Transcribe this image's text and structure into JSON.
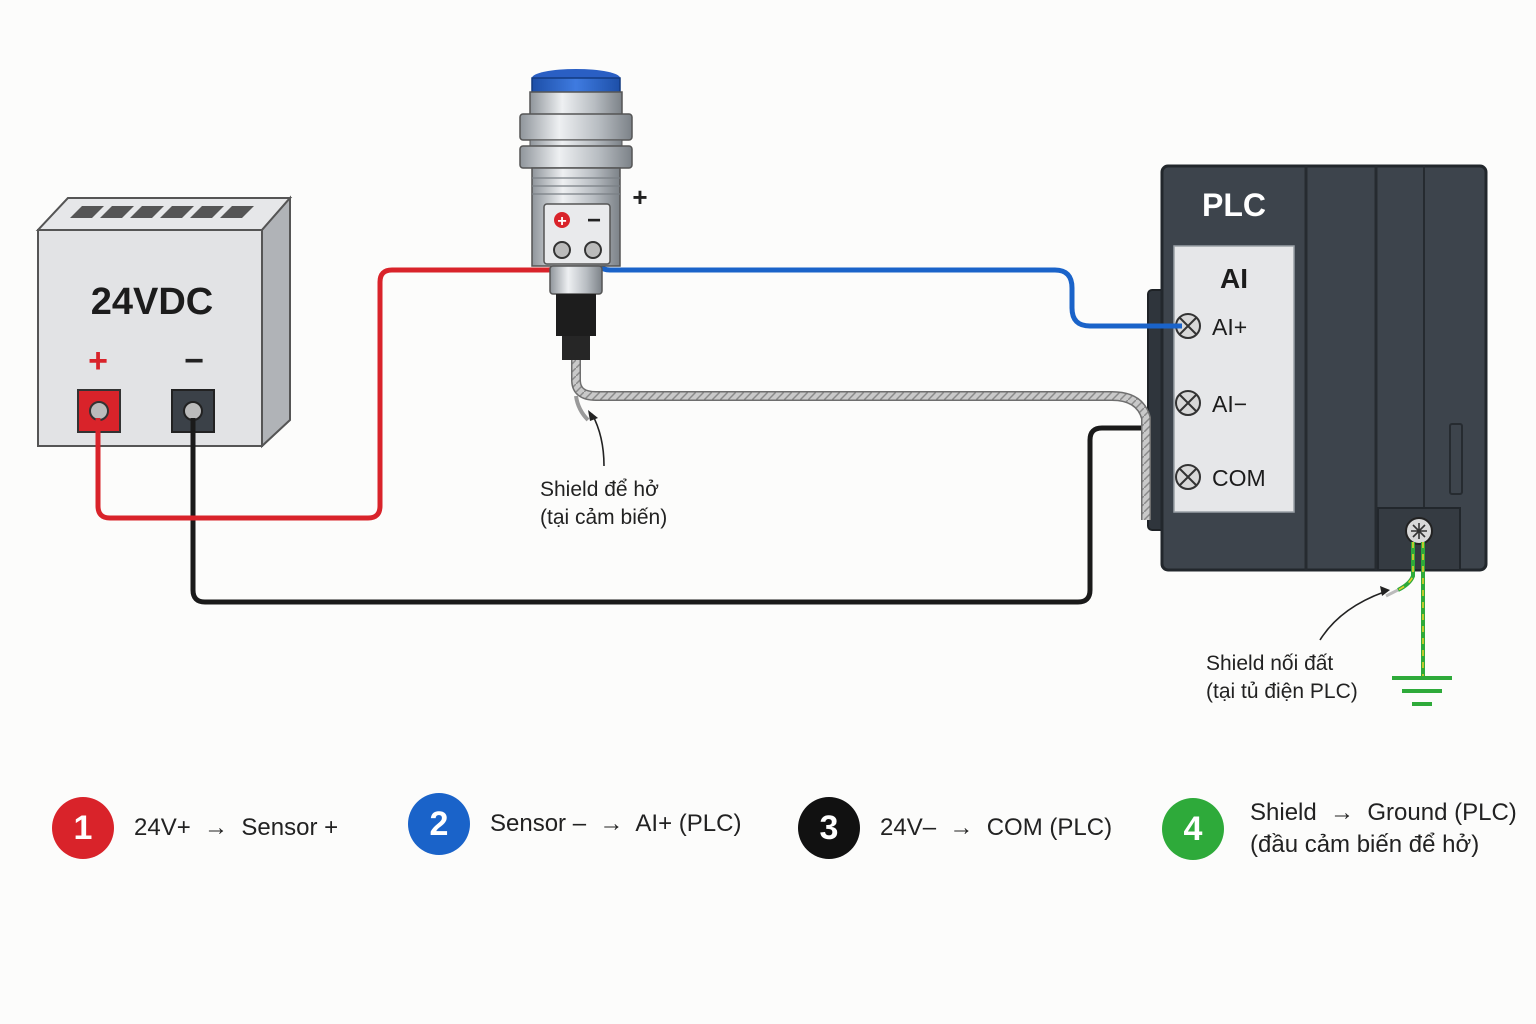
{
  "power_supply": {
    "label": "24VDC",
    "plus": "+",
    "minus": "−"
  },
  "sensor": {
    "plus_symbol": "+",
    "minus_symbol": "−",
    "side_plus": "+"
  },
  "plc": {
    "title": "PLC",
    "module_title": "AI",
    "terminals": [
      "AI+",
      "AI−",
      "COM"
    ]
  },
  "annotations": {
    "shield_open_line1": "Shield để hở",
    "shield_open_line2": "(tại cảm biến)",
    "shield_ground_line1": "Shield nối đất",
    "shield_ground_line2": "(tại tủ điện PLC)"
  },
  "colors": {
    "red_wire": "#d9232a",
    "blue_wire": "#1a63c9",
    "black_wire": "#1a1a1a",
    "ground": "#2eaa3a",
    "plc_body": "#3d444c"
  },
  "legend": [
    {
      "number": "1",
      "color": "#d9232a",
      "text": "24V+  →  Sensor +"
    },
    {
      "number": "2",
      "color": "#1a63c9",
      "text": "Sensor –  →  AI+ (PLC)"
    },
    {
      "number": "3",
      "color": "#111111",
      "text": "24V–  →  COM (PLC)"
    },
    {
      "number": "4",
      "color": "#2eaa3a",
      "text": "Shield  →  Ground (PLC)",
      "text2": "(đầu cảm biến để hở)"
    }
  ]
}
